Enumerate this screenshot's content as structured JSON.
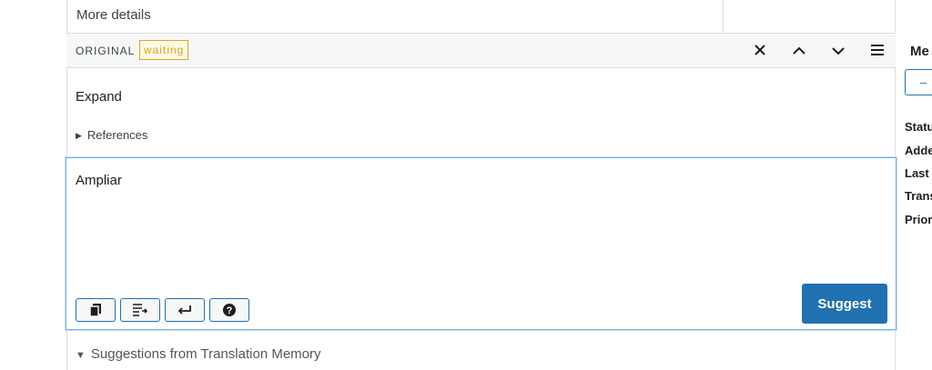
{
  "more_details": {
    "label": "More details"
  },
  "original": {
    "label": "ORIGINAL",
    "status": "waiting",
    "text": "Expand",
    "references_label": "References"
  },
  "header_icons": [
    "close-icon",
    "chevron-up-icon",
    "chevron-down-icon",
    "menu-icon"
  ],
  "editor": {
    "value": "Ampliar",
    "toolbar": [
      "copy-original-icon",
      "insert-icon",
      "newline-icon",
      "help-icon"
    ],
    "suggest_label": "Suggest"
  },
  "tm": {
    "label": "Suggestions from Translation Memory"
  },
  "sidebar": {
    "title": "Me",
    "button_label": "–",
    "meta": [
      "Statu",
      "Adde",
      "Last",
      "Trans",
      "Prior"
    ]
  },
  "colors": {
    "accent": "#2271b1",
    "waiting": "#dba617",
    "focus": "#72aee6"
  }
}
